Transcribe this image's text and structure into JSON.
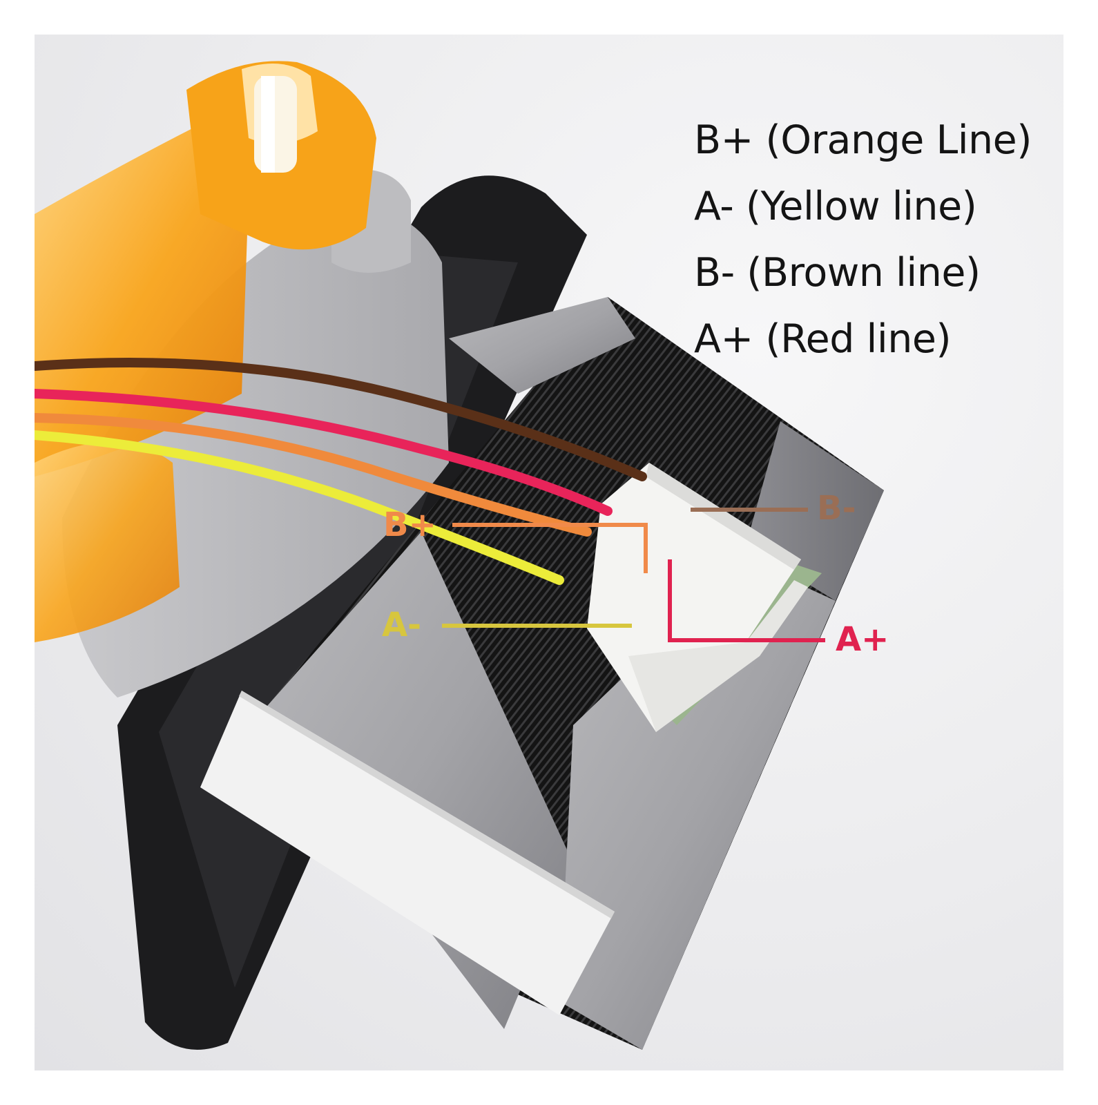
{
  "legend": {
    "items": [
      {
        "label": "B+ (Orange Line)"
      },
      {
        "label": "A- (Yellow line)"
      },
      {
        "label": "B- (Brown line)"
      },
      {
        "label": "A+ (Red line)"
      }
    ]
  },
  "callouts": {
    "b_plus": {
      "label": "B+",
      "color": "#f08a4a"
    },
    "b_minus": {
      "label": "B-",
      "color": "#9a6e55"
    },
    "a_minus": {
      "label": "A-",
      "color": "#d7c63e"
    },
    "a_plus": {
      "label": "A+",
      "color": "#e0224f"
    }
  },
  "wire_colors": {
    "brown": "#5a3018",
    "red": "#e8245a",
    "orange": "#f08a3c",
    "yellow": "#ecec3a"
  }
}
